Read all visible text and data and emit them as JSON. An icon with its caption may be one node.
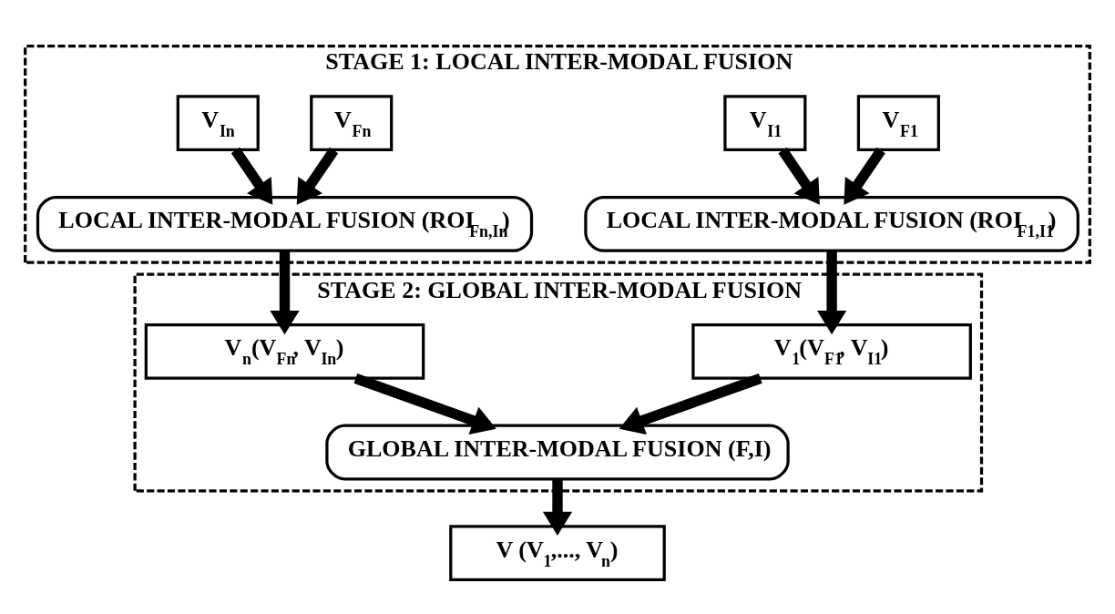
{
  "diagram": {
    "nodes": [
      {
        "text": [
          "STAGE 1: LOCAL INTER-MODAL FUSION"
        ]
      },
      {
        "text": [
          "V$_{F1}$"
        ],
        "in": 0
      },
      {
        "text": [
          "V$_{I1}$"
        ],
        "in": 0
      },
      {
        "text": [
          "V$_{Fn}$"
        ],
        "in": 0
      },
      {
        "text": [
          "V$_{In}$"
        ],
        "in": 0
      },
      {
        "text": [
          "LOCAL INTER-MODAL FUSION (ROI$_{F1,I1}$)"
        ],
        "in": 0
      },
      {
        "text": [
          "LOCAL INTER-MODAL FUSION (ROI$_{Fn,In}$)"
        ],
        "in": 0
      },
      {
        "text": [
          "STAGE 2: GLOBAL INTER-MODAL FUSION"
        ]
      },
      {
        "text": [
          "V$_{1}$(V$_{F1}$, V$_{I1}$)"
        ],
        "in": 7
      },
      {
        "text": [
          "V$_{n}$(V$_{Fn}$, V$_{In}$)"
        ],
        "in": 7
      },
      {
        "text": [
          "GLOBAL INTER-MODAL FUSION (F,I)"
        ],
        "in": 7
      },
      {
        "text": [
          "V (V$_{1}$,..., V$_{n}$)"
        ]
      }
    ],
    "edges": [
      {
        "from": 1,
        "to": 5,
        "arrow": "to"
      },
      {
        "from": 2,
        "to": 5,
        "arrow": "to"
      },
      {
        "from": 3,
        "to": 6,
        "arrow": "to"
      },
      {
        "from": 4,
        "to": 6,
        "arrow": "to"
      },
      {
        "from": 5,
        "to": 8,
        "arrow": "to"
      },
      {
        "from": 6,
        "to": 9,
        "arrow": "to"
      },
      {
        "from": 8,
        "to": 10,
        "arrow": "to"
      },
      {
        "from": 9,
        "to": 10,
        "arrow": "to"
      },
      {
        "from": 10,
        "to": 11,
        "arrow": "to"
      }
    ]
  }
}
